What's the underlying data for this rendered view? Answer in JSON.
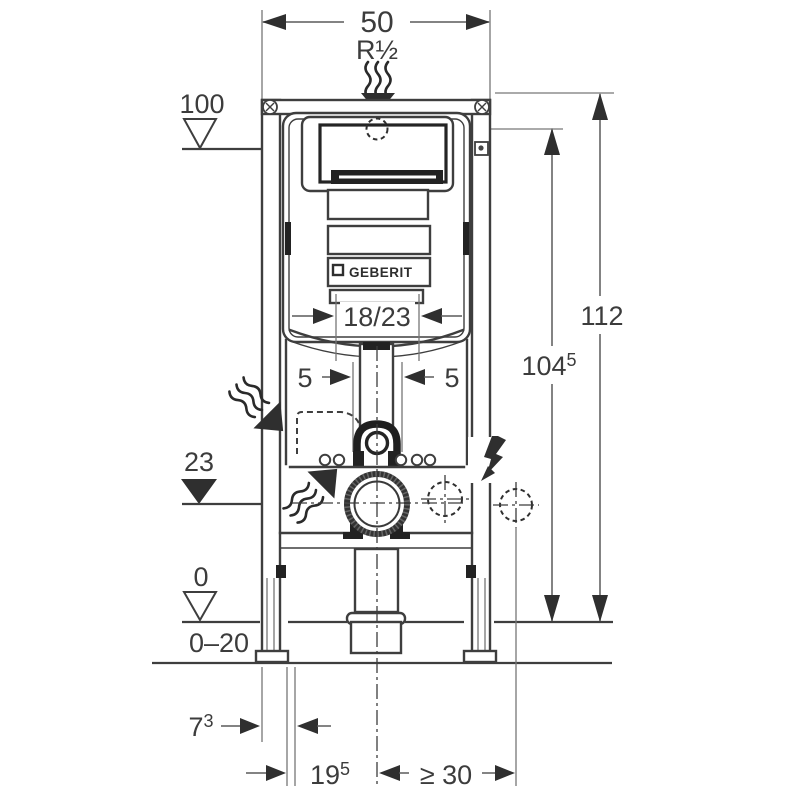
{
  "diagram": {
    "brand": "GEBERIT",
    "dims": {
      "width": "50",
      "inlet_thread": "R½",
      "level_top": "100",
      "depth_options": "18/23",
      "offset_left": "5",
      "offset_right": "5",
      "outlet_level": "23",
      "level_zero": "0",
      "floor_buildup": "0–20",
      "total_height": "112",
      "inlet_height": {
        "base": "104",
        "sup": "5"
      },
      "front_offset": {
        "base": "7",
        "sup": "3"
      },
      "outlet_offset": {
        "base": "19",
        "sup": "5"
      },
      "socket_clearance": "≥ 30"
    },
    "symbols": {
      "water_supply": "wavy-flow-arrow",
      "flush_flow": "wavy-flow-arrow",
      "power": "lightning-bolt",
      "level_open": "open-triangle-marker",
      "level_filled": "filled-triangle-marker",
      "water_connection": "dashed-circle",
      "electrical_box": "dashed-crosshair-circle",
      "fixing_screw": "screw-circle"
    }
  }
}
